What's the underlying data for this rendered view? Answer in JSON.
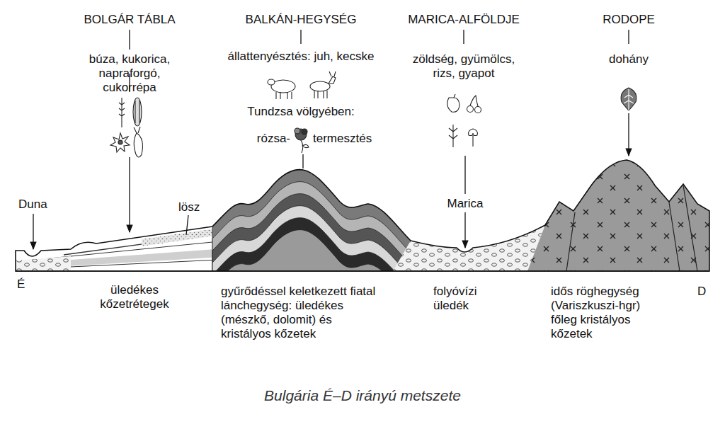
{
  "diagram": {
    "caption": "Bulgária É–D irányú metszete",
    "labels": [
      "BOLGÁR TÁBLA",
      "búza, kukorica, napraforgó, cukorrépa",
      "BALKÁN-HEGYSÉG",
      "állattenyésztés: juh, kecske",
      "Tundzsa völgyében:",
      "rózsa-",
      "termesztés",
      "MARICA-ALFÖLDJE",
      "zöldség, gyümölcs, rizs, gyapot",
      "RODOPE",
      "dohány",
      "Duna",
      "lösz",
      "Marica",
      "É",
      "üledékes kőzetrétegek",
      "gyűrődéssel keletkezett fiatal lánchegység: üledékes (mészkő, dolomit) és kristályos kőzetek",
      "folyóvízi üledék",
      "idős röghegység (Variszkuszi-hgr) főleg kristályos kőzetek",
      "D"
    ]
  }
}
